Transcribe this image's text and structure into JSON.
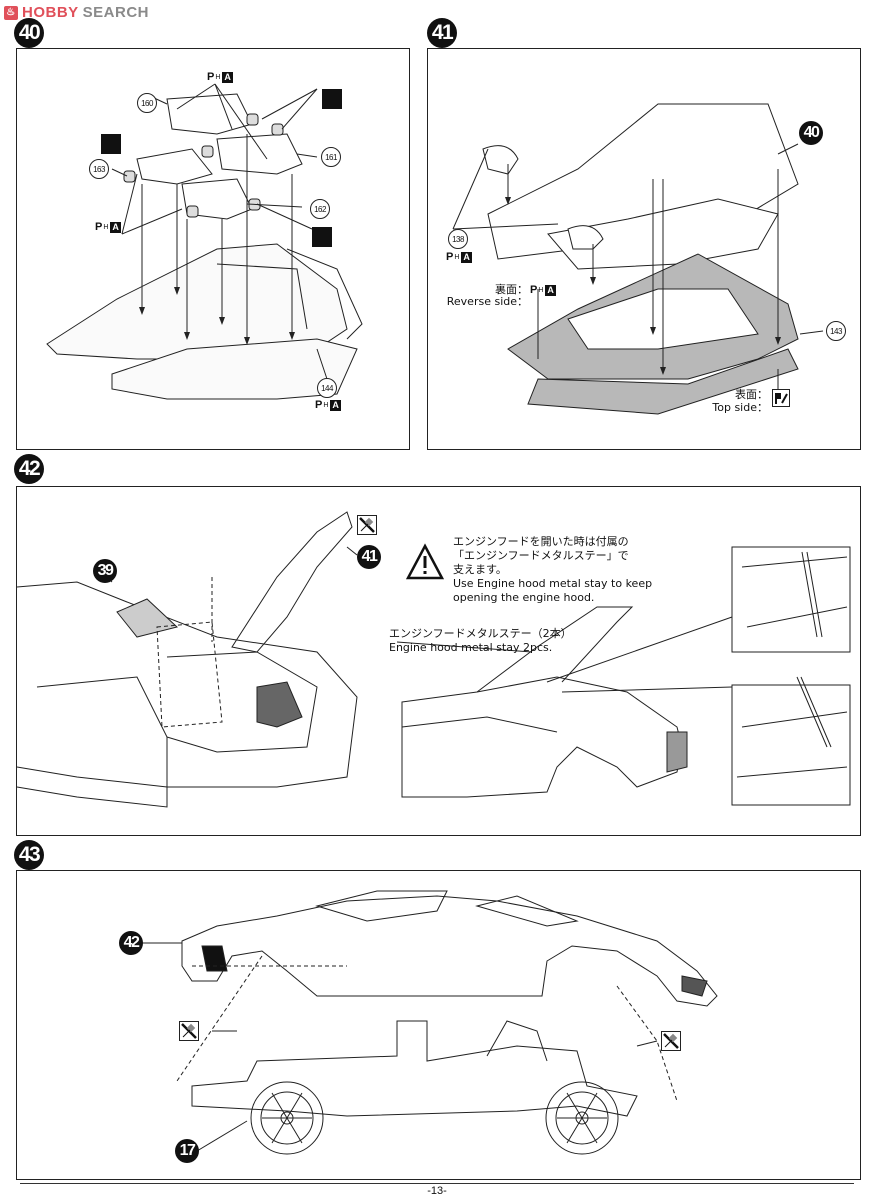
{
  "watermark": {
    "brand_part1": "HOBBY",
    "brand_part2": " SEARCH"
  },
  "page_number": "-13-",
  "paint_code": {
    "prefix": "P",
    "sub": "H",
    "color": "A"
  },
  "steps": [
    {
      "number": "40",
      "parts": [
        "160",
        "161",
        "162",
        "163",
        "144"
      ]
    },
    {
      "number": "41",
      "parts": [
        "138",
        "143"
      ],
      "ref_step": "40",
      "reverse_side_label_jp": "裏面：",
      "reverse_side_label_en": "Reverse side：",
      "top_side_label_jp": "表面：",
      "top_side_label_en": "Top side："
    },
    {
      "number": "42",
      "ref_steps": [
        "39",
        "41"
      ],
      "warning_jp_line1": "エンジンフードを開いた時は付属の",
      "warning_jp_line2": "「エンジンフードメタルステー」で",
      "warning_jp_line3": "支えます。",
      "warning_en_line1": "Use Engine hood metal stay to keep",
      "warning_en_line2": "opening the engine hood.",
      "stay_label_jp": "エンジンフードメタルステー（2本）",
      "stay_label_en": "Engine hood metal stay 2pcs."
    },
    {
      "number": "43",
      "ref_steps": [
        "42",
        "17"
      ]
    }
  ],
  "icons": {
    "decal": "decal-icon",
    "no-glue": "no-glue-icon",
    "warning": "warning-triangle-icon",
    "top-side": "top-side-icon"
  }
}
